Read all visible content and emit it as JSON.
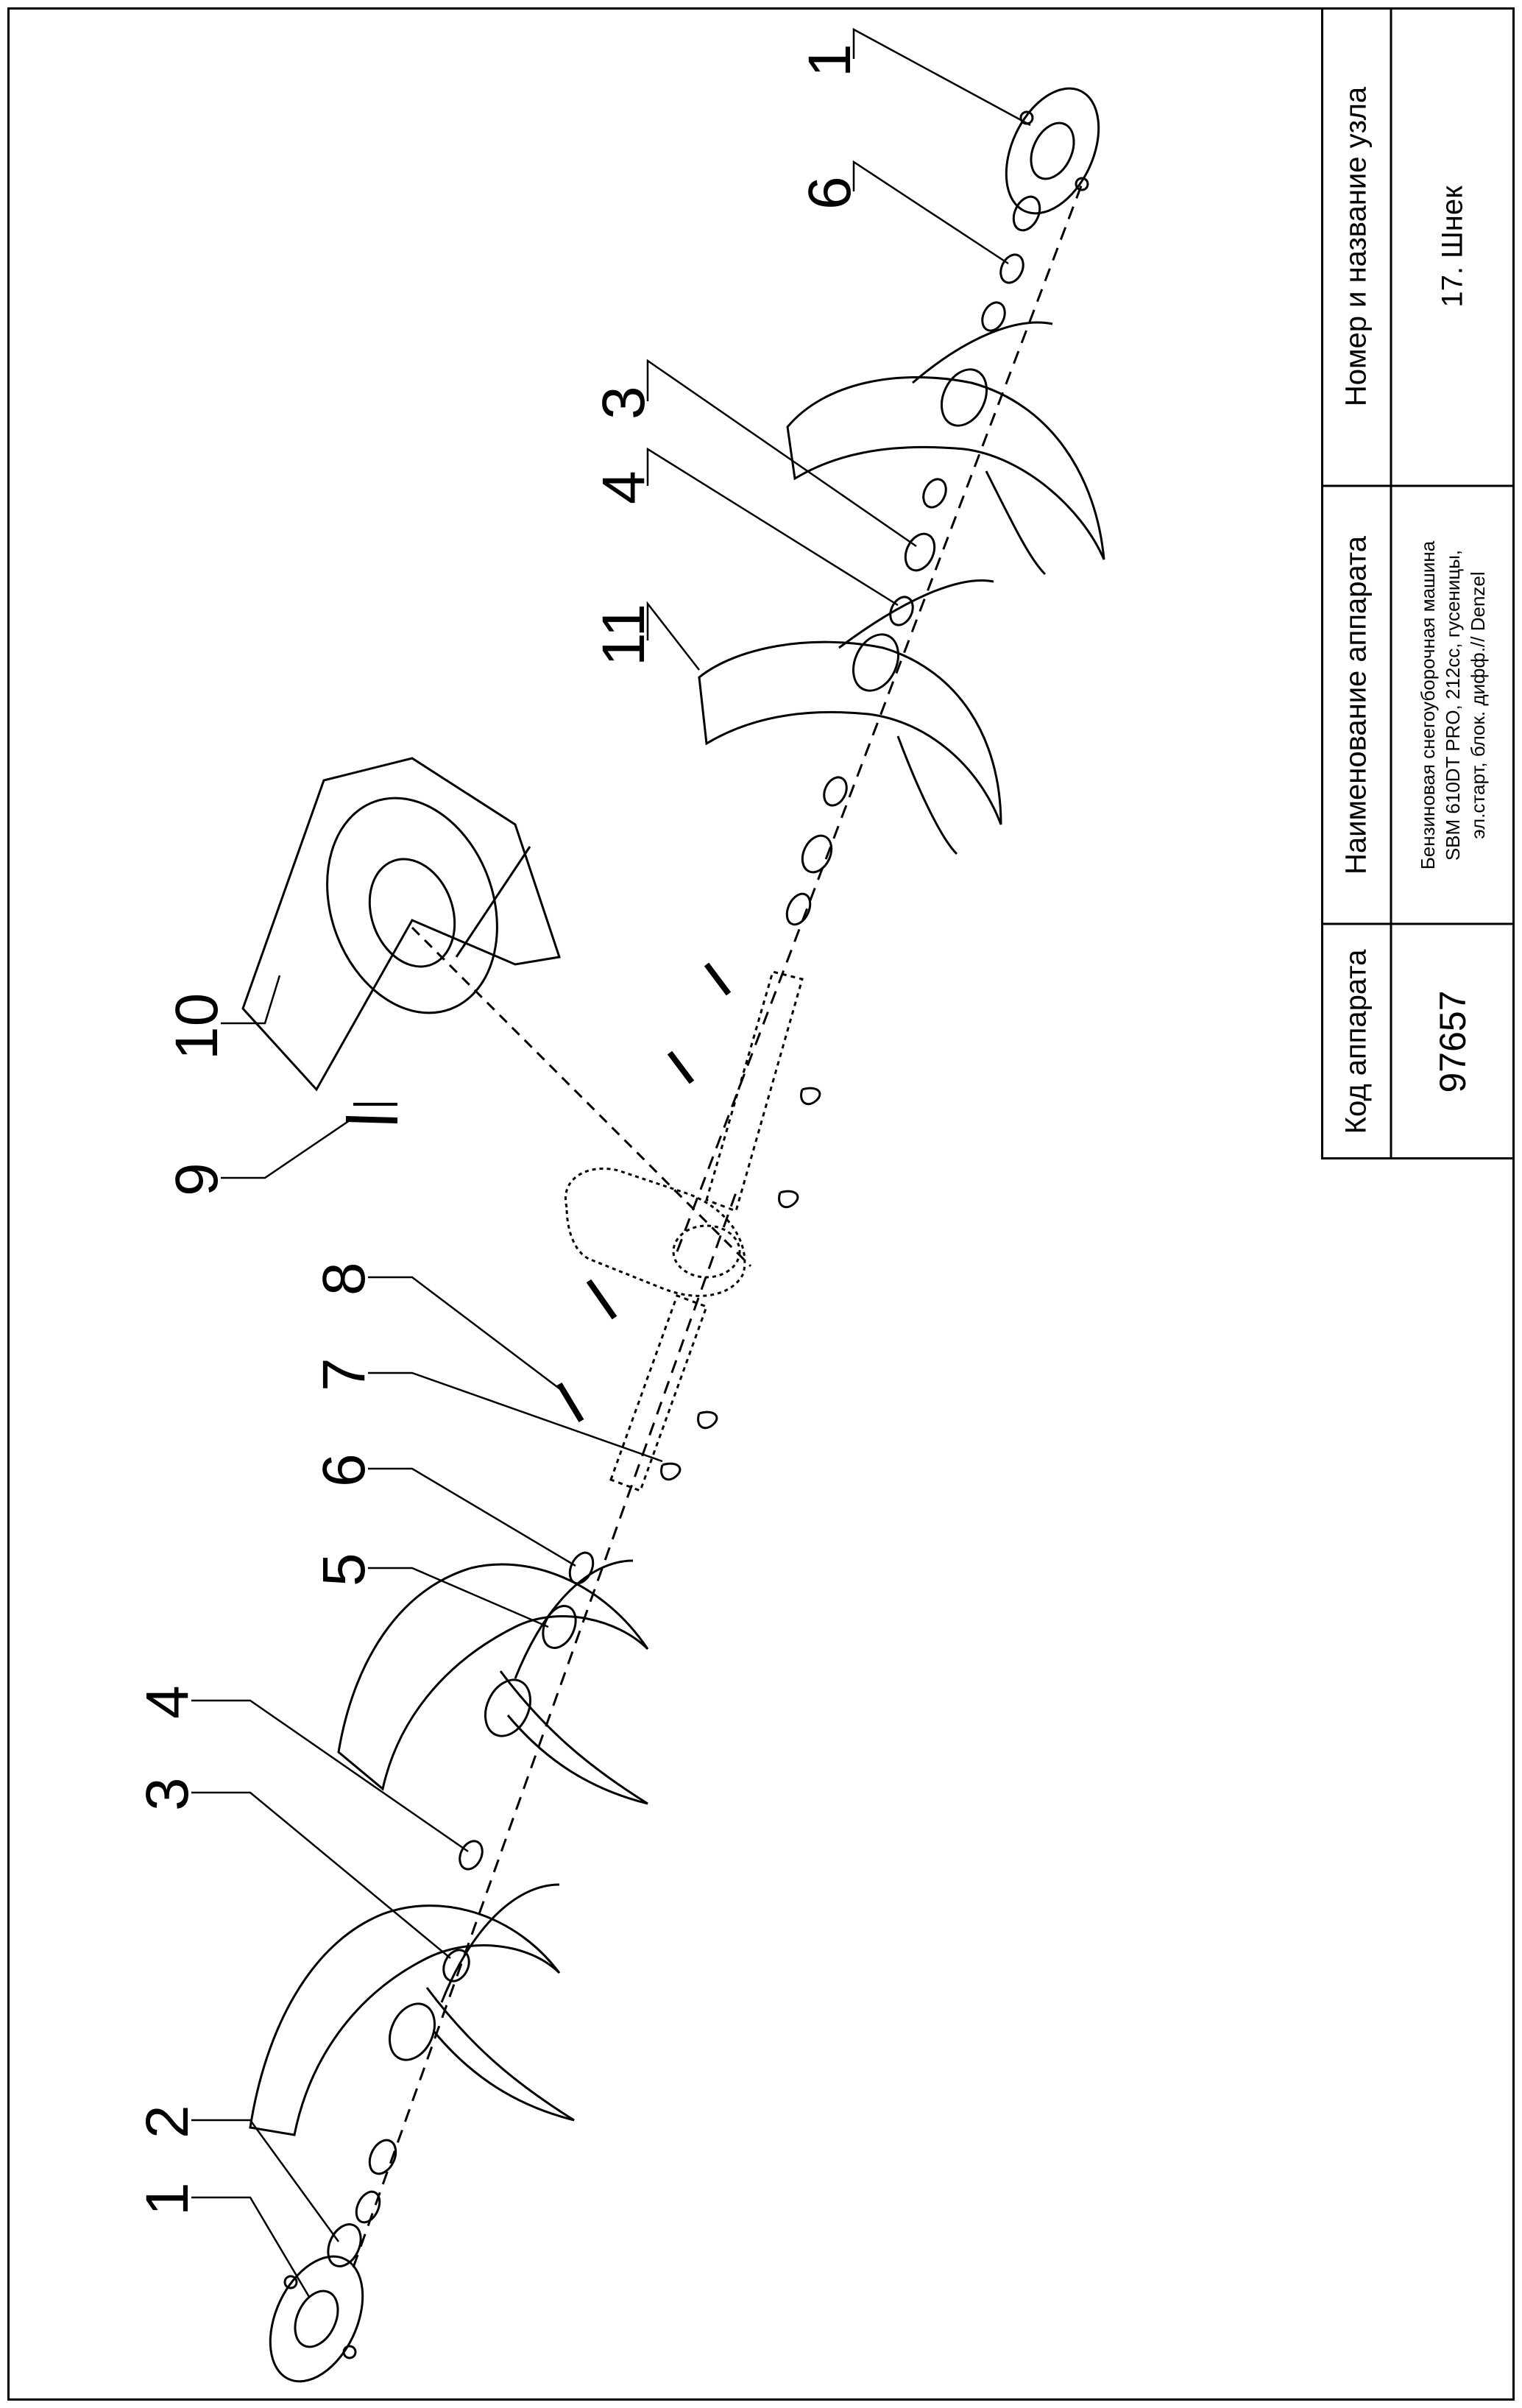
{
  "title_block": {
    "code_header": "Код аппарата",
    "code_value": "97657",
    "device_header": "Наименование аппарата",
    "device_lines": [
      "Бензиновая снегоуборочная машина",
      "SBM 610DT PRO, 212cc, гусеницы,",
      "эл.старт, блок. дифф.// Denzel"
    ],
    "node_header": "Номер и название узла",
    "node_value": "17. Шнек"
  },
  "callouts": [
    "1",
    "2",
    "3",
    "4",
    "5",
    "6",
    "7",
    "8",
    "9",
    "10",
    "11",
    "3",
    "4",
    "6",
    "1"
  ],
  "colors": {
    "line": "#000000",
    "background": "#ffffff"
  }
}
